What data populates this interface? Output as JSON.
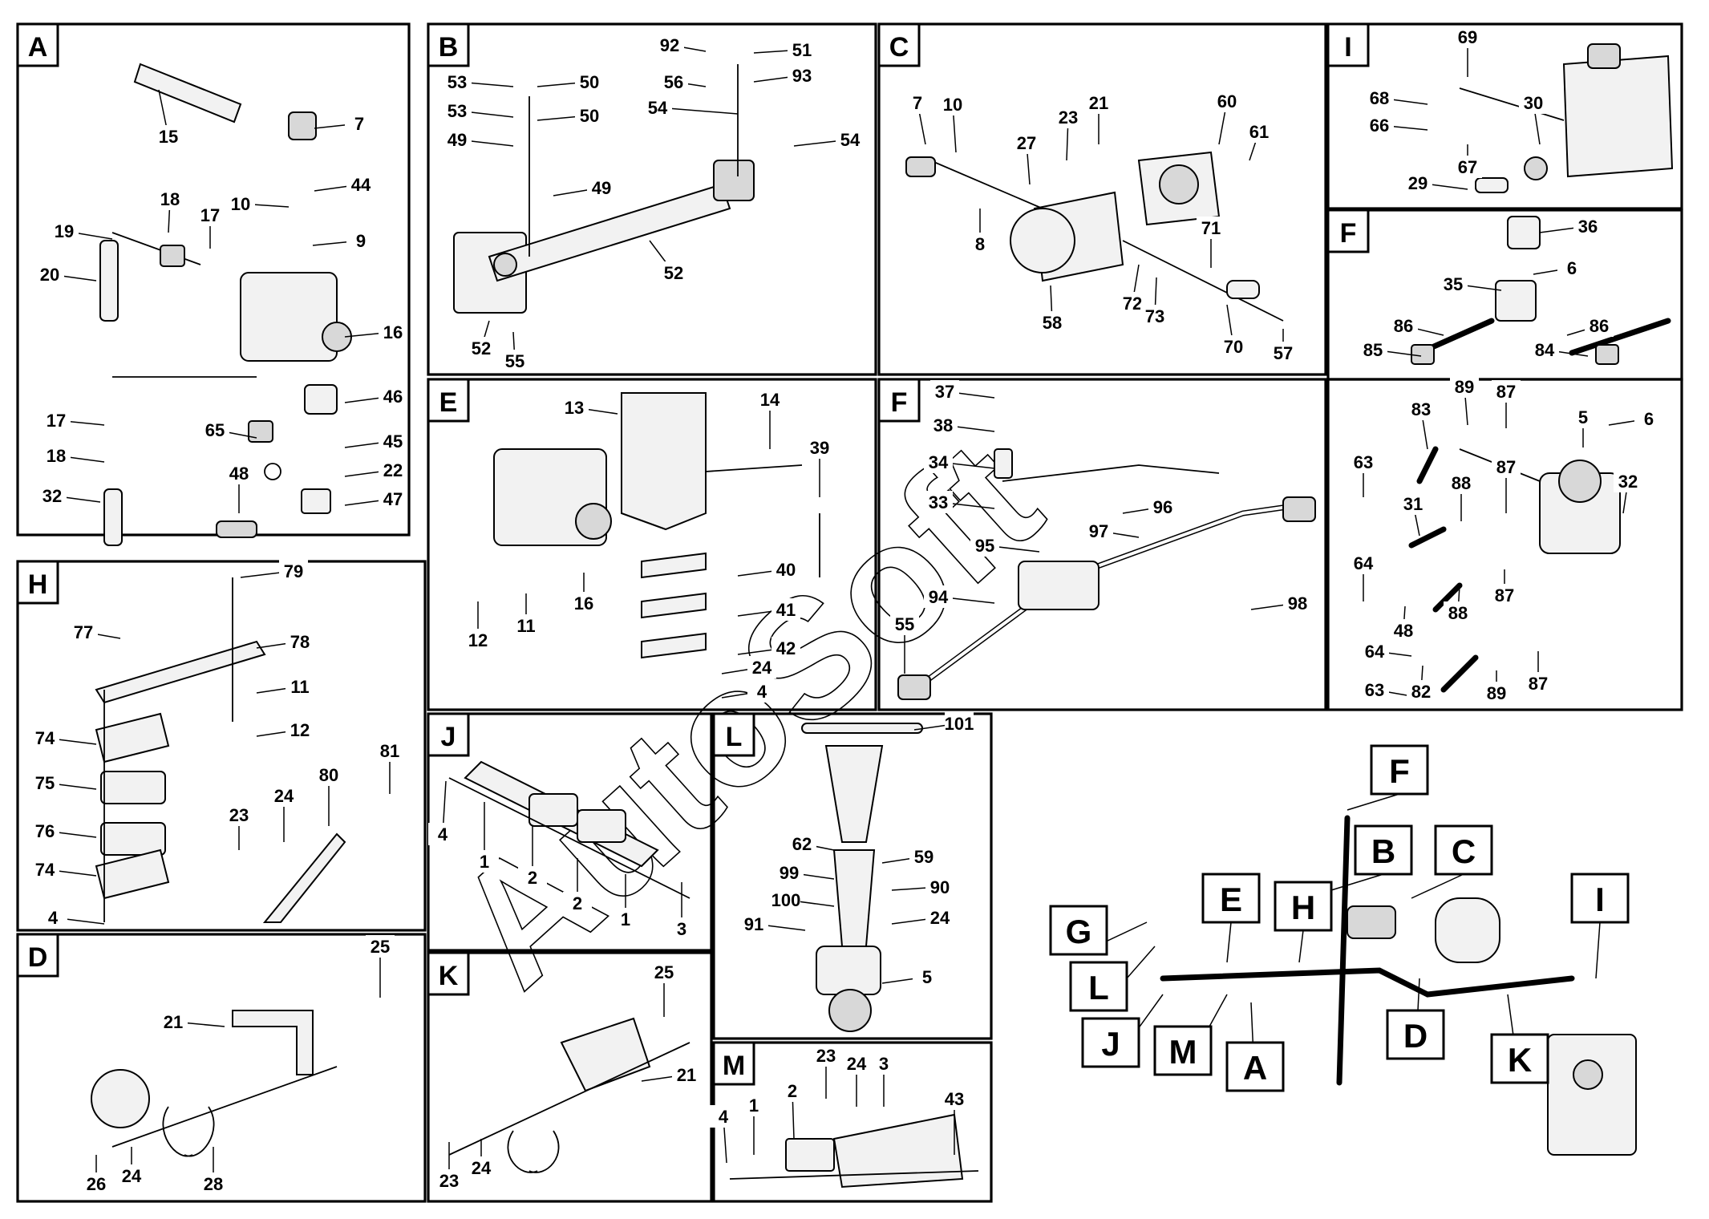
{
  "watermark": "AutoSoft",
  "panels": {
    "A": {
      "label": "A"
    },
    "B": {
      "label": "B"
    },
    "C": {
      "label": "C"
    },
    "I": {
      "label": "I"
    },
    "F1": {
      "label": "F"
    },
    "E": {
      "label": "E"
    },
    "F2": {
      "label": "F"
    },
    "G": {
      "label": ""
    },
    "H": {
      "label": "H"
    },
    "J": {
      "label": "J"
    },
    "L": {
      "label": "L"
    },
    "D": {
      "label": "D"
    },
    "K": {
      "label": "K"
    },
    "M": {
      "label": "M"
    }
  },
  "overview_tags": [
    "F",
    "B",
    "C",
    "I",
    "E",
    "H",
    "G",
    "L",
    "J",
    "M",
    "A",
    "D",
    "K"
  ],
  "callouts": {
    "A": [
      "15",
      "7",
      "44",
      "10",
      "9",
      "18",
      "17",
      "19",
      "20",
      "16",
      "17",
      "46",
      "65",
      "18",
      "45",
      "22",
      "48",
      "32",
      "47"
    ],
    "B": [
      "53",
      "50",
      "53",
      "50",
      "54",
      "49",
      "54",
      "49",
      "56",
      "51",
      "52",
      "52",
      "55",
      "93",
      "92"
    ],
    "C": [
      "7",
      "10",
      "23",
      "21",
      "60",
      "61",
      "27",
      "8",
      "71",
      "72",
      "73",
      "58",
      "70",
      "57"
    ],
    "I": [
      "69",
      "68",
      "30",
      "66",
      "67",
      "29"
    ],
    "F1": [
      "36",
      "6",
      "35",
      "86",
      "86",
      "85",
      "84"
    ],
    "E": [
      "13",
      "14",
      "39",
      "40",
      "41",
      "42",
      "24",
      "4",
      "12",
      "11",
      "16"
    ],
    "F2": [
      "37",
      "38",
      "34",
      "33",
      "96",
      "97",
      "95",
      "94",
      "98",
      "55"
    ],
    "G": [
      "89",
      "87",
      "83",
      "5",
      "6",
      "63",
      "32",
      "31",
      "88",
      "87",
      "64",
      "48",
      "88",
      "87",
      "64",
      "63",
      "82",
      "89",
      "87"
    ],
    "H": [
      "79",
      "77",
      "78",
      "11",
      "12",
      "74",
      "75",
      "76",
      "74",
      "4",
      "81",
      "80",
      "24",
      "23"
    ],
    "J": [
      "4",
      "1",
      "2",
      "2",
      "1",
      "3"
    ],
    "L": [
      "101",
      "62",
      "59",
      "99",
      "90",
      "100",
      "24",
      "91",
      "5"
    ],
    "D": [
      "25",
      "21",
      "26",
      "24",
      "28"
    ],
    "K": [
      "25",
      "21",
      "23",
      "24"
    ],
    "M": [
      "23",
      "24",
      "3",
      "4",
      "1",
      "2",
      "43"
    ]
  }
}
